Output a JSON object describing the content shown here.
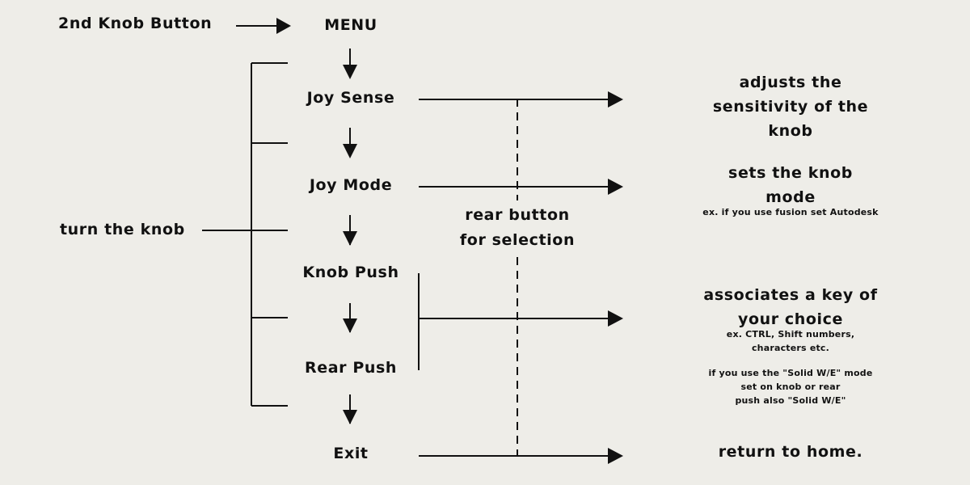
{
  "diagram": {
    "start_label": "2nd Knob Button",
    "menu_items": {
      "menu": "MENU",
      "joy_sense": "Joy Sense",
      "joy_mode": "Joy Mode",
      "knob_push": "Knob Push",
      "rear_push": "Rear Push",
      "exit": "Exit"
    },
    "turn_label": "turn the knob",
    "rear_label_line1": "rear button",
    "rear_label_line2": "for selection",
    "descriptions": {
      "joy_sense_line1": "adjusts the sensitivity of the",
      "joy_sense_line2": "knob",
      "joy_mode_main": "sets the knob mode",
      "joy_mode_sub": "ex. if you use fusion set Autodesk",
      "push_main": "associates a key of your choice",
      "push_sub1": "ex. CTRL, Shift numbers, characters etc.",
      "push_note_line1": "if you use the \"Solid W/E\" mode set on knob or rear",
      "push_note_line2": "push also \"Solid W/E\"",
      "exit_main": "return to home."
    }
  }
}
